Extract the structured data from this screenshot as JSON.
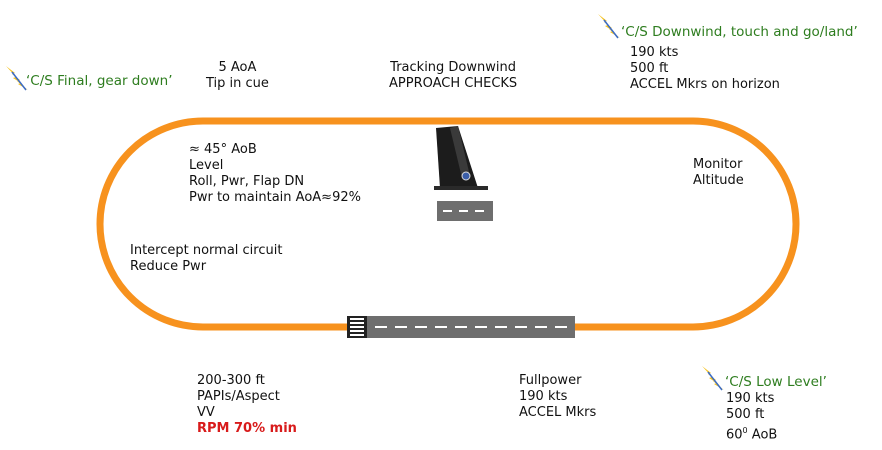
{
  "colors": {
    "circuit": "#f7921e",
    "radio_call": "#2e7d1f",
    "warning": "#d81b1b",
    "runway": "#6e6e6e"
  },
  "icons": {
    "radio_call": "lightning-radio-icon",
    "aircraft": "aircraft-tail-icon",
    "threshold": "runway-threshold-icon"
  },
  "calls": {
    "downwind": "‘C/S Downwind, touch and go/land’",
    "final": "‘C/S Final, gear down’",
    "low_level": "‘C/S Low Level’"
  },
  "notes": {
    "final_aoa": [
      "5 AoA",
      "Tip in cue"
    ],
    "tracking_downwind": [
      "Tracking Downwind",
      "APPROACH CHECKS"
    ],
    "downwind_params": [
      "190 kts",
      "500 ft",
      "ACCEL Mkrs on horizon"
    ],
    "turn": [
      "≈ 45° AoB",
      "Level",
      "Roll, Pwr, Flap DN",
      "Pwr to maintain AoA≈92%"
    ],
    "monitor": [
      "Monitor",
      "Altitude"
    ],
    "intercept": [
      "Intercept normal circuit",
      "Reduce Pwr"
    ],
    "approach": [
      "200-300 ft",
      "PAPIs/Aspect",
      "VV"
    ],
    "rpm_warning": "RPM 70% min",
    "fullpower": [
      "Fullpower",
      "190 kts",
      "ACCEL Mkrs"
    ],
    "low_level_params": [
      "190 kts",
      "500 ft"
    ],
    "low_level_aob_value": "60",
    "low_level_aob_sup": "0",
    "low_level_aob_unit": " AoB"
  }
}
